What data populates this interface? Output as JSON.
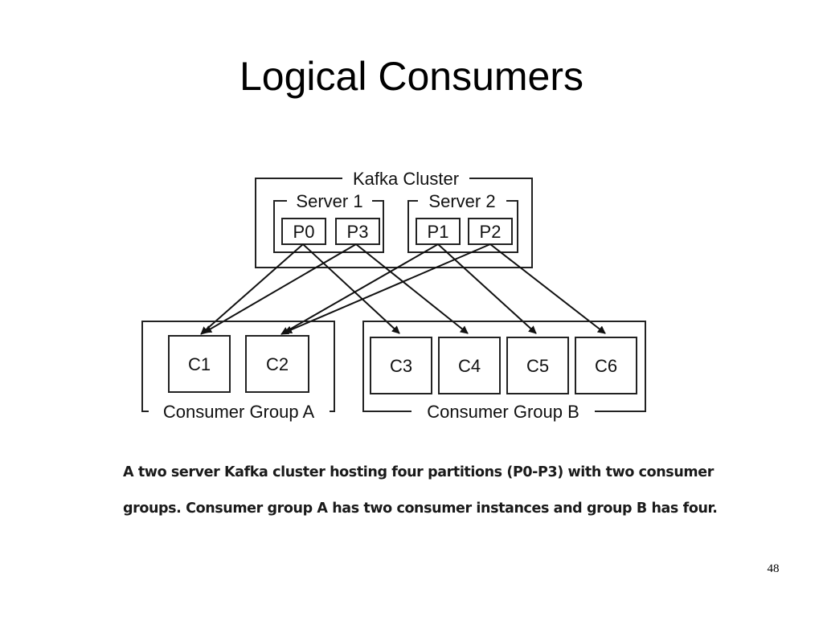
{
  "slide": {
    "title": "Logical Consumers",
    "page_number": "48"
  },
  "diagram": {
    "cluster_label": "Kafka Cluster",
    "servers": [
      {
        "label": "Server 1",
        "partitions": [
          "P0",
          "P3"
        ]
      },
      {
        "label": "Server 2",
        "partitions": [
          "P1",
          "P2"
        ]
      }
    ],
    "groups": [
      {
        "label": "Consumer Group A",
        "consumers": [
          "C1",
          "C2"
        ]
      },
      {
        "label": "Consumer Group B",
        "consumers": [
          "C3",
          "C4",
          "C5",
          "C6"
        ]
      }
    ]
  },
  "caption": {
    "line1": "A two server Kafka cluster hosting four partitions (P0-P3) with two consumer",
    "line2": "groups. Consumer group A has two consumer instances and group B has four."
  }
}
